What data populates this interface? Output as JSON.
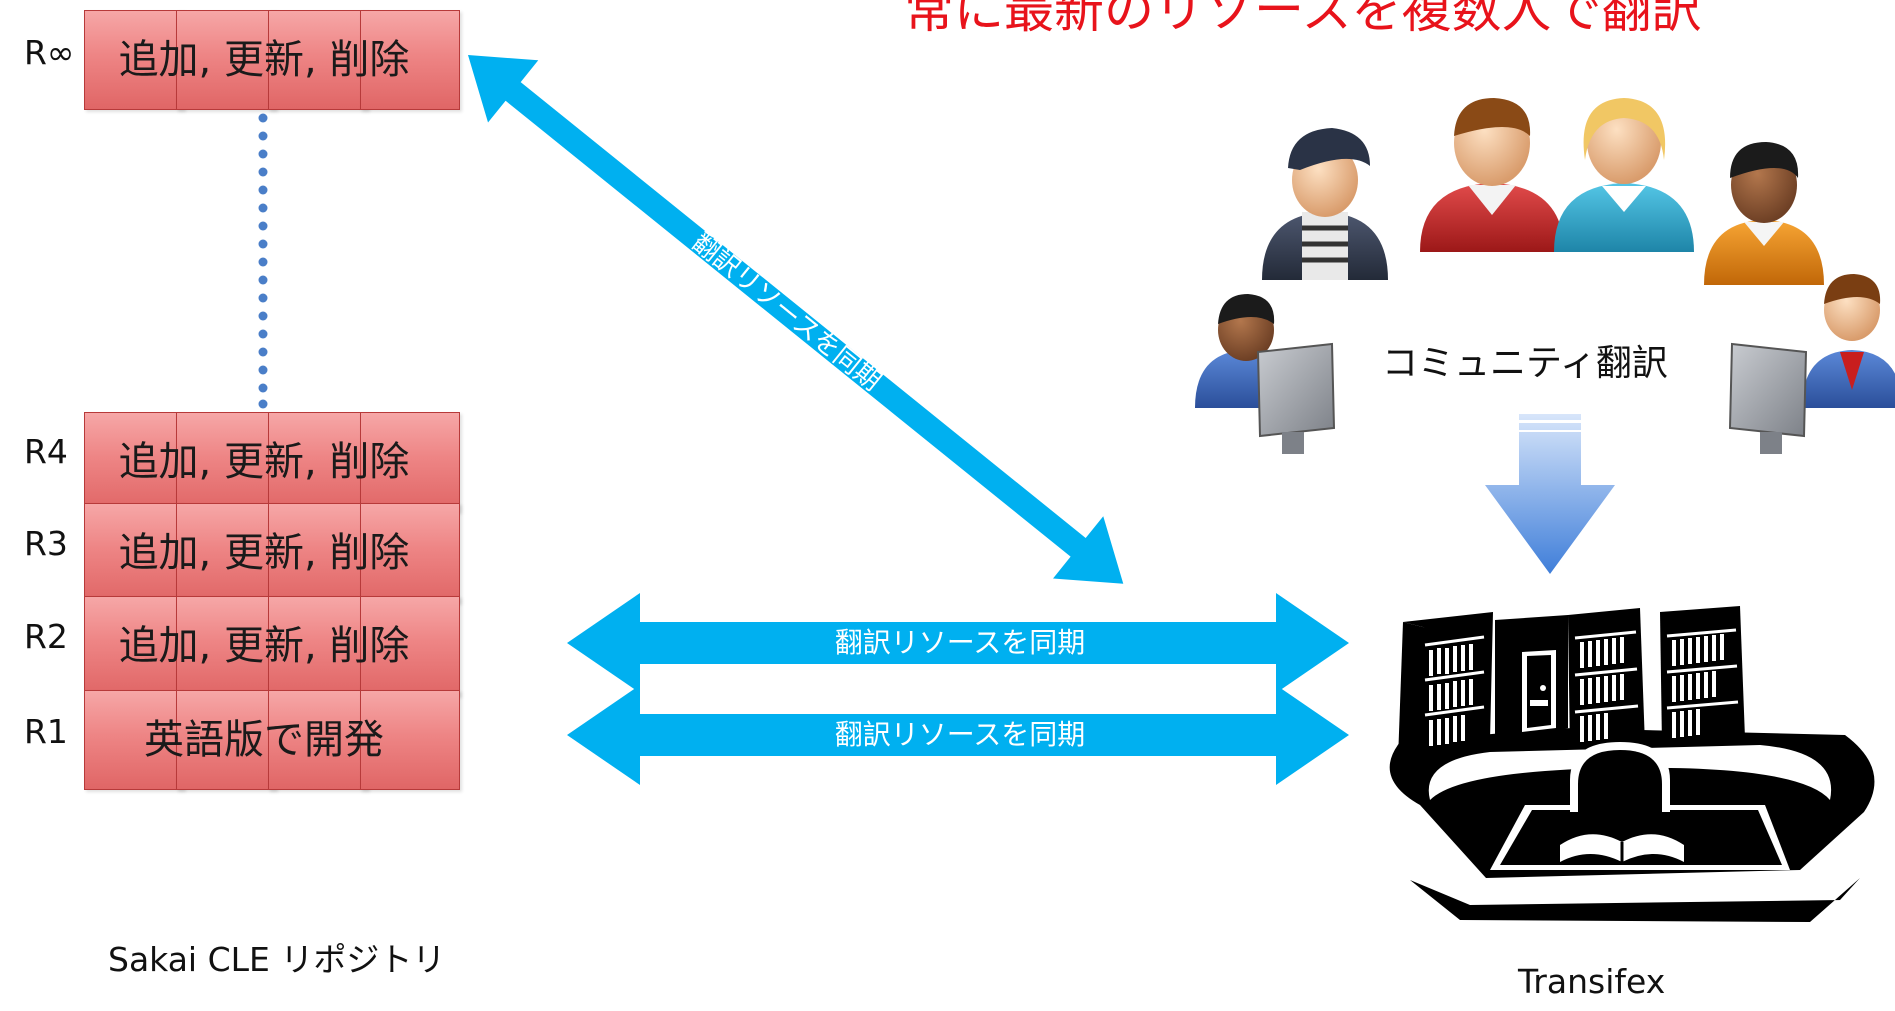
{
  "title": "常に最新のリソースを複数人で翻訳",
  "repository": {
    "caption": "Sakai CLE リポジトリ",
    "rows": [
      {
        "label": "R∞",
        "text": "追加, 更新, 削除"
      },
      {
        "label": "R4",
        "text": "追加, 更新, 削除"
      },
      {
        "label": "R3",
        "text": "追加, 更新, 削除"
      },
      {
        "label": "R2",
        "text": "追加, 更新, 削除"
      },
      {
        "label": "R1",
        "text": "英語版で開発"
      }
    ]
  },
  "sync_arrows": {
    "diagonal": "翻訳リソースを同期",
    "r2": "翻訳リソースを同期",
    "r1": "翻訳リソースを同期"
  },
  "community": {
    "label": "コミュニティ翻訳"
  },
  "transifex": {
    "caption": "Transifex"
  },
  "colors": {
    "title": "#e8131b",
    "block": "#ee8585",
    "arrow": "#00b0f0",
    "dots": "#4a7ec8"
  }
}
